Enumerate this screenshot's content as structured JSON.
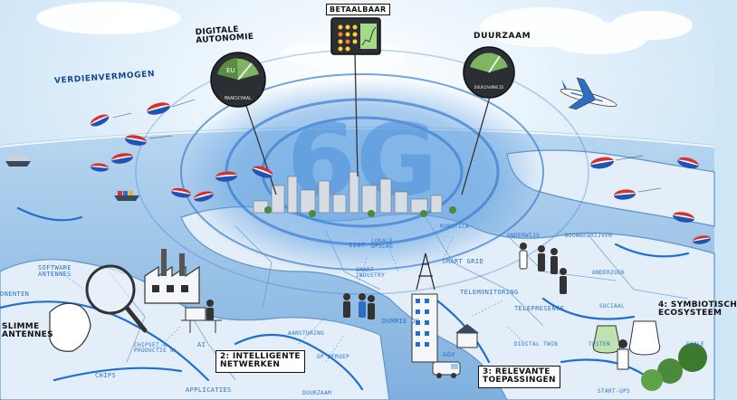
{
  "labels": {
    "verdienvermogen": "VERDIENVERMOGEN",
    "digitale_autonomie": "DIGITALE\nAUTONOMIE",
    "betaalbaar": "BETAALBAAR",
    "duurzaam": "DUURZAAM",
    "onenten": "ONENTEN",
    "software_antennes": "SOFTWARE\nANTENNES",
    "slimme_antennes": "SLIMME\nANTENNES",
    "chipset": "CHIPSET &\nPRODUCTIE NL",
    "ai": "AI",
    "chips": "CHIPS",
    "applicaties": "APPLICATIES",
    "intelligente_netwerken": "2: INTELLIGENTE\nNETWERKEN",
    "aansturing": "AANSTURING",
    "op_afroep": "OP AFROEP",
    "iiot": "IIOT",
    "lokale_opslag": "LOKALE\nOPSLAG",
    "smart_industry": "SMART\nINDUSTRY",
    "smart_grid": "SMART GRID",
    "robotica": "ROBOTICA",
    "telemonitoring": "TELEMONITORING",
    "telepresence": "TELEPRESENCE",
    "dummie_ok": "DUMMIE OK",
    "agv": "AGV",
    "digital_twin": "DIGITAL TWIN",
    "relevante_toepassingen": "3: RELEVANTE\nTOEPASSINGEN",
    "duurzaam_bottom": "DUURZAAM",
    "onderwijs": "ONDERWIJS",
    "bouwbedrijven": "BOUWBEDRIJVEN",
    "onderzoek": "ONDERZOEK",
    "sociaal": "SOCIAAL",
    "testen": "TESTEN",
    "startups": "START-UPS",
    "scale": "SCALE",
    "symbiotisch": "4: SYMBIOTISCH\nECOSYSTEEM",
    "center_text": "6G",
    "gauge_eu": "EU",
    "gauge_mid": "MAAKSCHAAL",
    "gauge_right_label": "DUURZAAMHEID"
  },
  "colors": {
    "sky": "#cfe6f7",
    "sea": "#a9cbe8",
    "land": "#dbe9f6",
    "accent": "#2a73c9",
    "ring": "#3a7fd0",
    "red": "#d6312b",
    "green": "#5dbb4a"
  },
  "gauges": [
    {
      "name": "gauge-digitale-autonomie",
      "level": 0.45
    },
    {
      "name": "gauge-betaalbaar",
      "level": 0.6
    },
    {
      "name": "gauge-duurzaam",
      "level": 0.35
    }
  ]
}
